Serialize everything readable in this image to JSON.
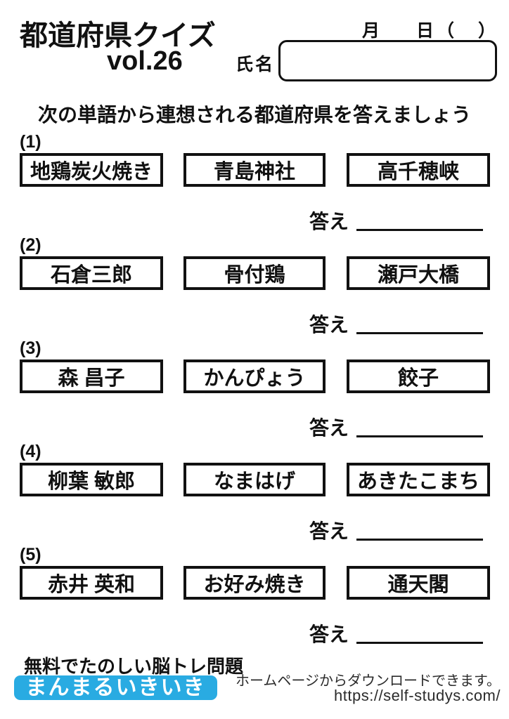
{
  "header": {
    "title": "都道府県クイズ",
    "volume": "vol.26",
    "date": {
      "month": "月",
      "day": "日",
      "paren_open": "（",
      "paren_close": "）"
    },
    "name_label": "氏名",
    "instruction": "次の単語から連想される都道府県を答えましょう"
  },
  "labels": {
    "answer": "答え"
  },
  "questions": [
    {
      "number": "(1)",
      "words": [
        "地鶏炭火焼き",
        "青島神社",
        "高千穂峡"
      ]
    },
    {
      "number": "(2)",
      "words": [
        "石倉三郎",
        "骨付鶏",
        "瀬戸大橋"
      ]
    },
    {
      "number": "(3)",
      "words": [
        "森 昌子",
        "かんぴょう",
        "餃子"
      ]
    },
    {
      "number": "(4)",
      "words": [
        "柳葉 敏郎",
        "なまはげ",
        "あきたこまち"
      ]
    },
    {
      "number": "(5)",
      "words": [
        "赤井 英和",
        "お好み焼き",
        "通天閣"
      ]
    }
  ],
  "footer": {
    "tagline": "無料でたのしい脳トレ問題",
    "brand": "まんまるいきいき",
    "brand_color": "#29abe2",
    "download_note": "ホームページからダウンロードできます。",
    "url": "https://self-studys.com/"
  }
}
